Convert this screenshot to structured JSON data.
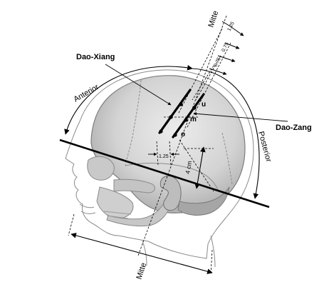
{
  "labels": {
    "dao_xiang": "Dao-Xiang",
    "dao_zang": "Dao-Zang",
    "mitte_top": "Mitte",
    "mitte_bottom": "Mitte",
    "anterior": "Anterior",
    "posterior": "Posterior",
    "point_u": "u",
    "point_m": "m",
    "point_o": "o",
    "dim_top_1": "1.25",
    "dim_top_2": "0.75",
    "dim_top_3": "0.75",
    "dim_offset": "1.25",
    "dim_height": "4 cm"
  },
  "colors": {
    "line": "#000000",
    "skin": "#d6d6d6",
    "shade": "#a8a8a8",
    "outline": "#8a8a8a"
  }
}
